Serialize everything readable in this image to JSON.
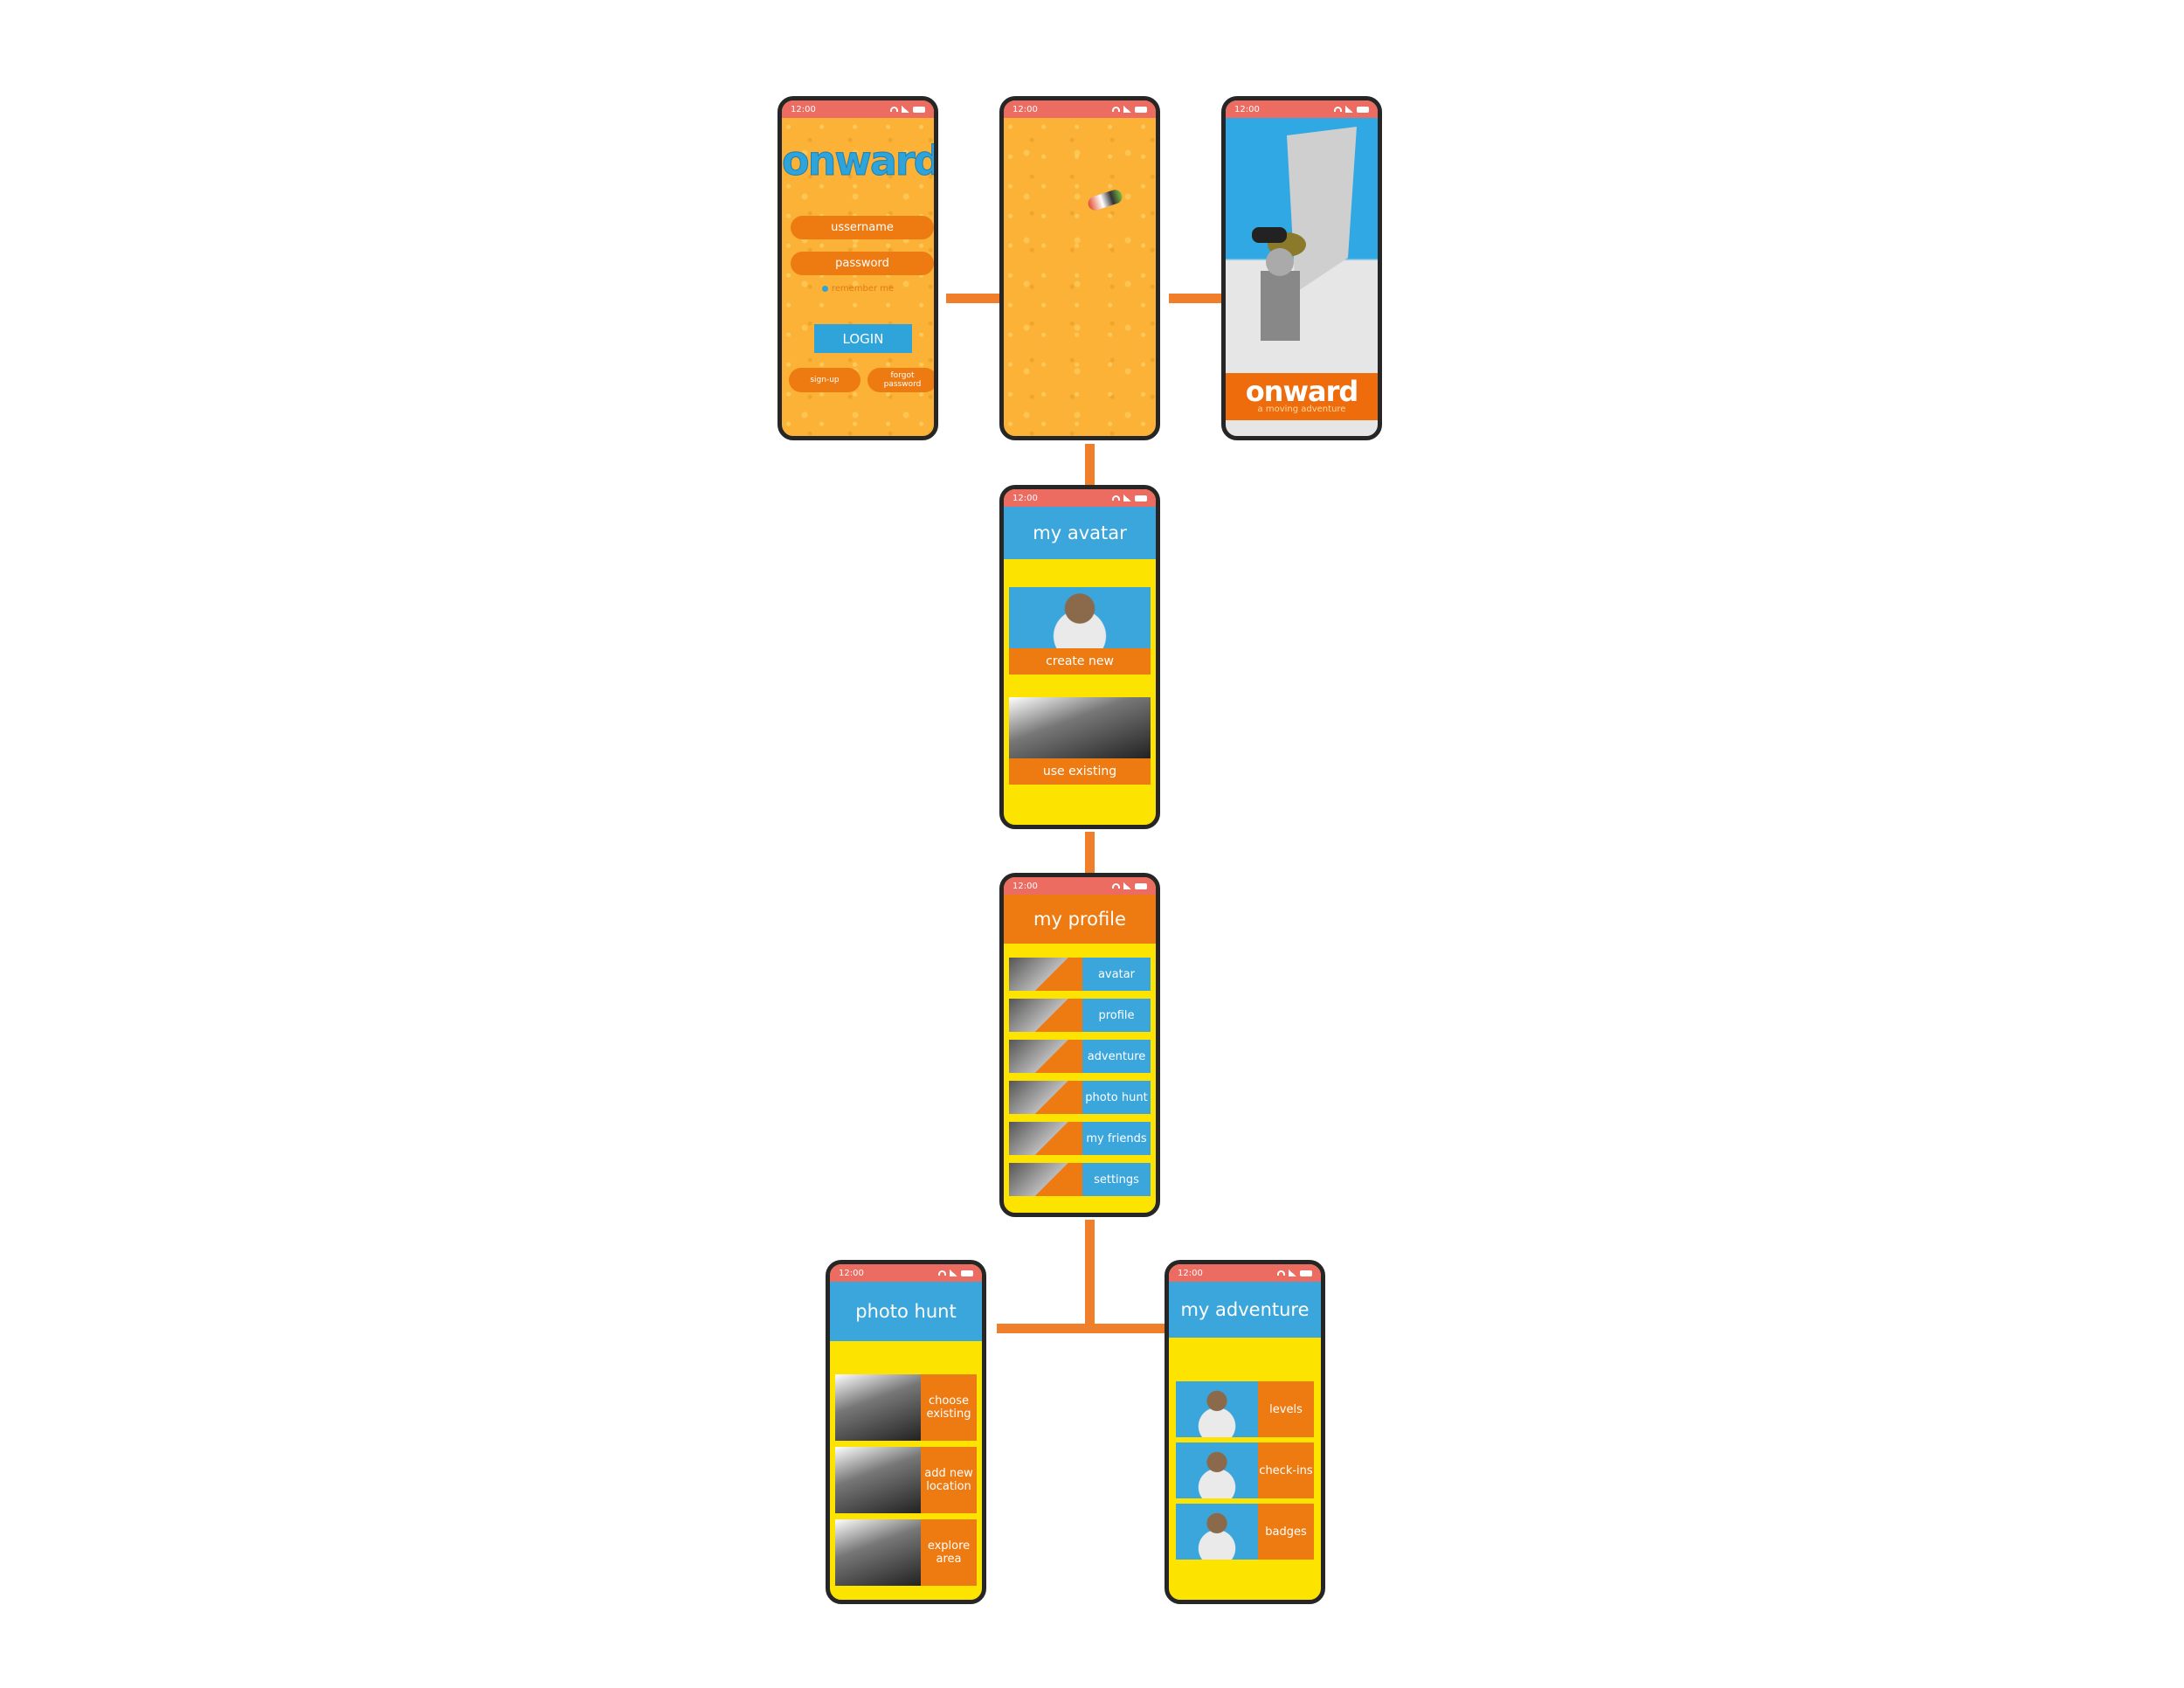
{
  "status_time": "12:00",
  "login": {
    "logo": "onward",
    "username_placeholder": "ussername",
    "password_placeholder": "password",
    "remember": "remember me",
    "login_label": "LOGIN",
    "signup_label": "sign-up",
    "forgot_label": "forgot password"
  },
  "splash": {
    "logo": "onward",
    "tagline": "a moving adventure"
  },
  "avatar": {
    "title": "my avatar",
    "create": "create new",
    "existing": "use existing"
  },
  "profile": {
    "title": "my profile",
    "items": [
      "avatar",
      "profile",
      "adventure",
      "photo hunt",
      "my friends",
      "settings"
    ]
  },
  "photohunt": {
    "title": "photo hunt",
    "items": [
      "choose existing",
      "add new location",
      "explore area"
    ]
  },
  "adventure": {
    "title": "my adventure",
    "items": [
      "levels",
      "check-ins",
      "badges"
    ]
  },
  "colors": {
    "connector": "#f07f2c",
    "orange": "#ee7a12",
    "blue": "#3aa6dc",
    "yellow": "#fde300",
    "status_bar": "#ec6c62"
  }
}
